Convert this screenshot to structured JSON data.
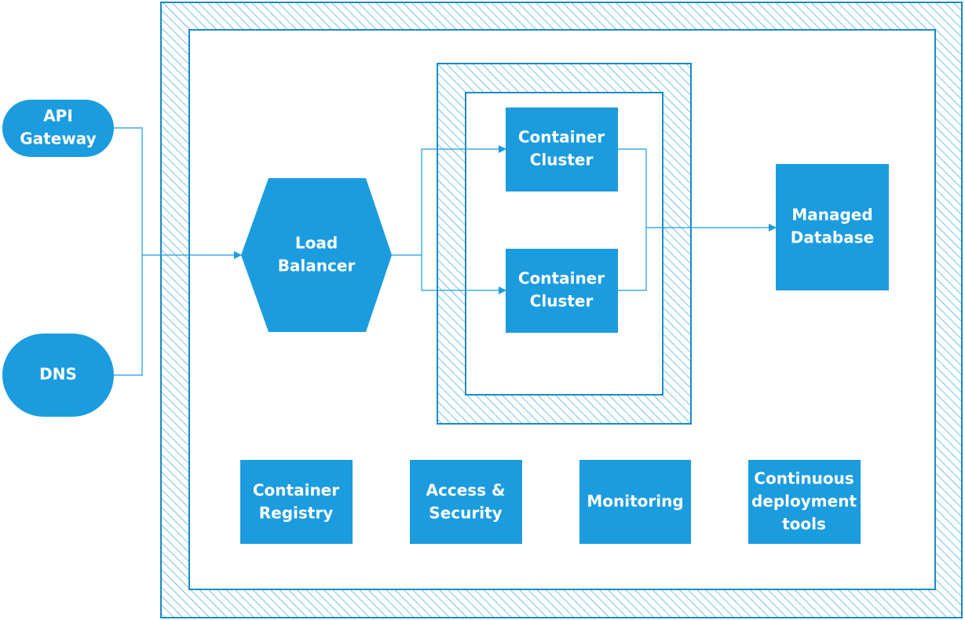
{
  "colors": {
    "accent": "#1b9cdf",
    "border": "#1a8ac8",
    "background": "#ffffff",
    "text_on_accent": "#ffffff"
  },
  "nodes": {
    "api_gateway": {
      "line1": "API",
      "line2": "Gateway"
    },
    "dns": {
      "line1": "DNS"
    },
    "load_balancer": {
      "line1": "Load",
      "line2": "Balancer"
    },
    "container_cluster_top": {
      "line1": "Container",
      "line2": "Cluster"
    },
    "container_cluster_bottom": {
      "line1": "Container",
      "line2": "Cluster"
    },
    "managed_database": {
      "line1": "Managed",
      "line2": "Database"
    },
    "container_registry": {
      "line1": "Container",
      "line2": "Registry"
    },
    "access_security": {
      "line1": "Access &",
      "line2": "Security"
    },
    "monitoring": {
      "line1": "Monitoring"
    },
    "continuous_deployment": {
      "line1": "Continuous",
      "line2": "deployment",
      "line3": "tools"
    }
  }
}
